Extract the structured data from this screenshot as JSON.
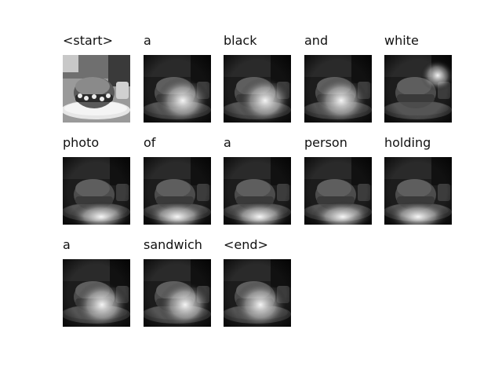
{
  "figure": {
    "panels": [
      {
        "word": "<start>",
        "attention": "none"
      },
      {
        "word": "a",
        "attention": "center"
      },
      {
        "word": "black",
        "attention": "center"
      },
      {
        "word": "and",
        "attention": "center"
      },
      {
        "word": "white",
        "attention": "upper-right"
      },
      {
        "word": "photo",
        "attention": "bottom"
      },
      {
        "word": "of",
        "attention": "bottom"
      },
      {
        "word": "a",
        "attention": "bottom"
      },
      {
        "word": "person",
        "attention": "bottom"
      },
      {
        "word": "holding",
        "attention": "bottom"
      },
      {
        "word": "a",
        "attention": "center"
      },
      {
        "word": "sandwich",
        "attention": "center"
      },
      {
        "word": "<end>",
        "attention": "center"
      }
    ]
  }
}
